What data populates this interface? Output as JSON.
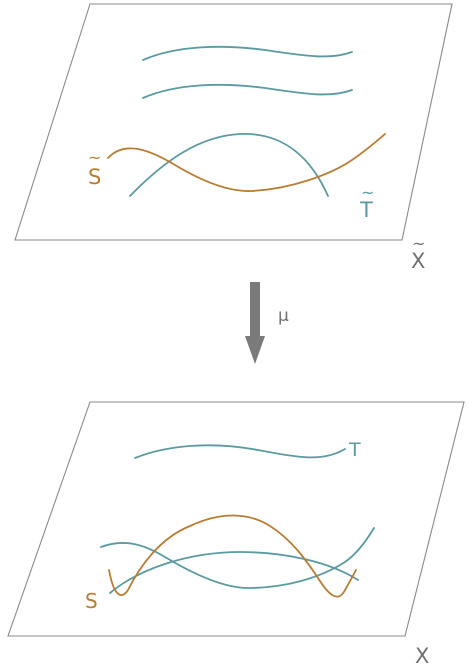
{
  "labels": {
    "s_tilde": "S",
    "t_tilde": "T",
    "x_tilde": "X",
    "mu": "μ",
    "t": "T",
    "s": "S",
    "x": "X",
    "tilde_mark": "~"
  },
  "colors": {
    "teal": "#5b9aa0",
    "orange": "#b87d35",
    "frame": "#8a8a8a",
    "arrow": "#7a7a7a",
    "text_gray": "#707070"
  }
}
